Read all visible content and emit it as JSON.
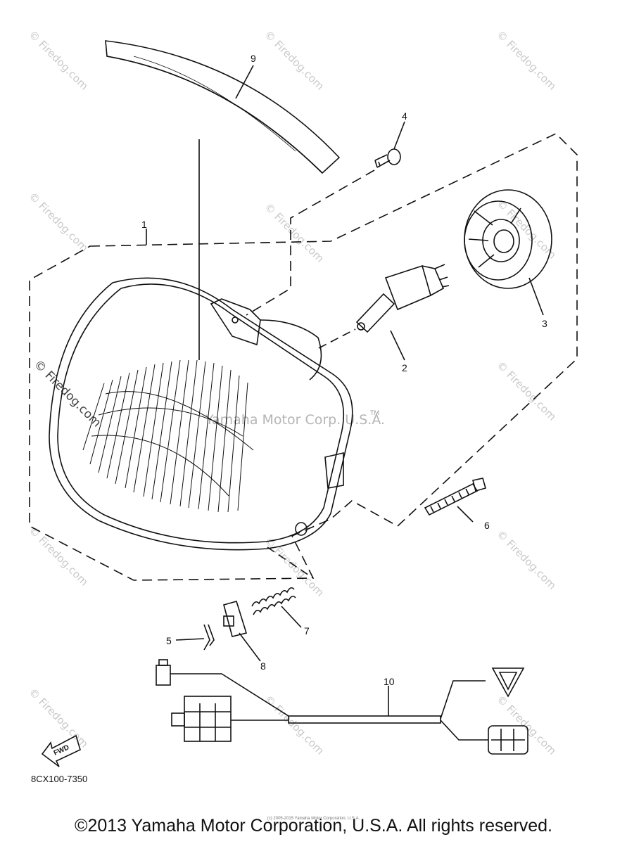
{
  "callouts": [
    {
      "id": "1",
      "text": "1"
    },
    {
      "id": "2",
      "text": "2"
    },
    {
      "id": "3",
      "text": "3"
    },
    {
      "id": "4",
      "text": "4"
    },
    {
      "id": "5",
      "text": "5"
    },
    {
      "id": "6",
      "text": "6"
    },
    {
      "id": "7",
      "text": "7"
    },
    {
      "id": "8",
      "text": "8"
    },
    {
      "id": "9",
      "text": "9"
    },
    {
      "id": "10",
      "text": "10"
    }
  ],
  "fwd_label": "FWD",
  "diagram_code": "8CX100-7350",
  "center_watermark": "Yamaha Motor Corp. U.S.A.",
  "tm_mark": "TM",
  "side_watermark": "© Firedog.com",
  "tile_watermark": "© Firedog.com",
  "small_copyright": "(c) 2005-2015 Yamaha Motor Corporation, U.S.A.",
  "copyright": "©2013 Yamaha Motor Corporation, U.S.A. All rights reserved.",
  "colors": {
    "ink": "#111111",
    "watermark": "#c9c9c9"
  }
}
